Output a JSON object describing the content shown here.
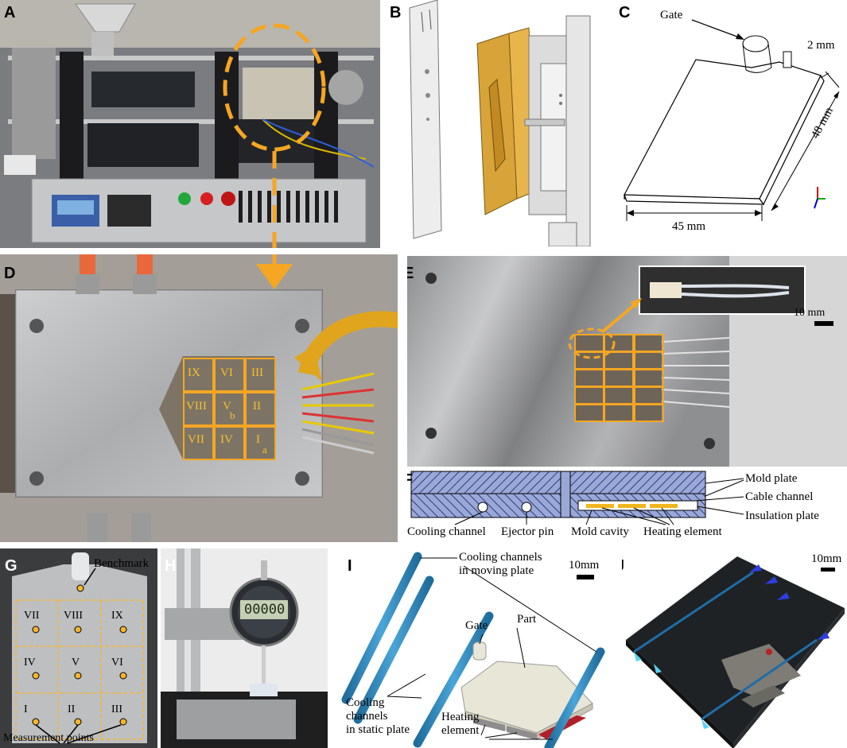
{
  "panels": {
    "A": {
      "label": "A"
    },
    "B": {
      "label": "B"
    },
    "C": {
      "label": "C",
      "gate": "Gate",
      "thickness": "2 mm",
      "length": "48 mm",
      "width": "45 mm"
    },
    "D": {
      "label": "D",
      "zones": [
        "IX",
        "VI",
        "III",
        "VIII",
        "V",
        "II",
        "VII",
        "IV",
        "I"
      ],
      "point_a": "a",
      "point_b": "b"
    },
    "E": {
      "label": "E",
      "scale": "10 mm"
    },
    "F": {
      "label": "F",
      "mold_plate": "Mold plate",
      "cable_channel": "Cable channel",
      "insulation_plate": "Insulation plate",
      "cooling_channel": "Cooling channel",
      "ejector_pin": "Ejector pin",
      "mold_cavity": "Mold cavity",
      "heating_element": "Heating element"
    },
    "G": {
      "label": "G",
      "benchmark": "Benchmark",
      "zones": [
        "VII",
        "VIII",
        "IX",
        "IV",
        "V",
        "VI",
        "I",
        "II",
        "III"
      ],
      "measurement_points": "Measurement points"
    },
    "H": {
      "label": "H",
      "gauge_reading": "00000"
    },
    "I": {
      "label": "I",
      "cc_moving_1": "Cooling channels",
      "cc_moving_2": "in moving plate",
      "gate": "Gate",
      "part": "Part",
      "scale": "10mm",
      "cc_static_1": "Cooling",
      "cc_static_2": "channels",
      "cc_static_3": "in static plate",
      "heating_1": "Heating",
      "heating_2": "element"
    },
    "J": {
      "label": "J",
      "scale": "10mm"
    }
  }
}
